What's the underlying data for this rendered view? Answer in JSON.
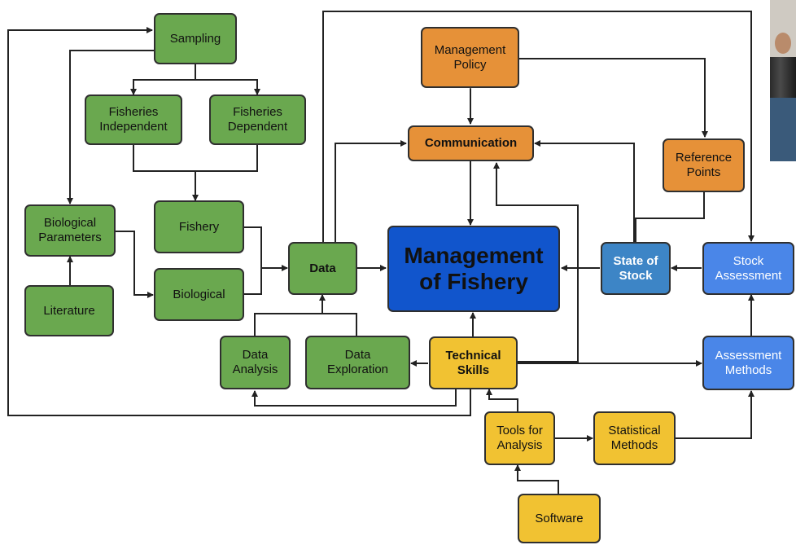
{
  "nodes": {
    "sampling": "Sampling",
    "fisheries_independent": "Fisheries\nIndependent",
    "fisheries_dependent": "Fisheries\nDependent",
    "biological_parameters": "Biological\nParameters",
    "literature": "Literature",
    "fishery": "Fishery",
    "biological": "Biological",
    "data": "Data",
    "data_analysis": "Data\nAnalysis",
    "data_exploration": "Data\nExploration",
    "management_policy": "Management\nPolicy",
    "communication": "Communication",
    "management_of_fishery": "Management\nof Fishery",
    "technical_skills": "Technical\nSkills",
    "reference_points": "Reference\nPoints",
    "state_of_stock": "State of\nStock",
    "stock_assessment": "Stock\nAssessment",
    "assessment_methods": "Assessment\nMethods",
    "tools_for_analysis": "Tools for\nAnalysis",
    "statistical_methods": "Statistical\nMethods",
    "software": "Software"
  },
  "colors": {
    "green": "#6aa84f",
    "orange": "#e69138",
    "state_blue": "#3d85c6",
    "light_blue": "#4a86e8",
    "dark_blue": "#1155cc",
    "yellow": "#f1c232",
    "arrow": "#222222"
  },
  "photo": {
    "name": "person-photo"
  }
}
